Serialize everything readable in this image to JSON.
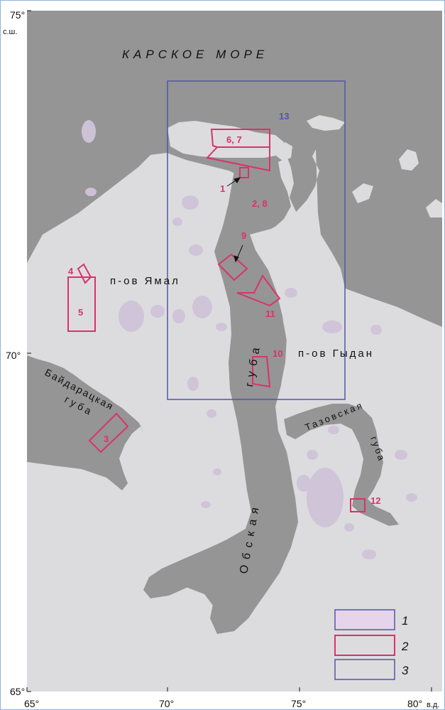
{
  "colors": {
    "water": "#959595",
    "land": "#dcdcde",
    "lake": "#cfc3d8",
    "red_frame": "#d8336a",
    "blue_frame": "#5555a8"
  },
  "sea_label": "КАРСКОЕ МОРЕ",
  "peninsulas": {
    "yamal": "п-ов Ямал",
    "gydan": "п-ов Гыдан"
  },
  "bays": {
    "baydaratskaya_line1": "Байдарацкая",
    "baydaratskaya_line2": "губа",
    "obskaya_word1": "Обская",
    "obskaya_word2": "губа",
    "tazovskaya_word1": "Тазовская",
    "tazovskaya_word2": "губа"
  },
  "axes": {
    "lat_top": "75°",
    "lat_top_unit": "с.ш.",
    "lat_mid": "70°",
    "lat_bottom": "65°",
    "lon_65": "65°",
    "lon_70": "70°",
    "lon_75": "75°",
    "lon_80": "80°",
    "lon_unit": "в.д."
  },
  "site_labels": {
    "s1": "1",
    "s2_8": "2, 8",
    "s3": "3",
    "s4": "4",
    "s5": "5",
    "s6_7": "6, 7",
    "s9": "9",
    "s10": "10",
    "s11": "11",
    "s12": "12",
    "s13": "13"
  },
  "legend": {
    "item1": "1",
    "item2": "2",
    "item3": "3"
  }
}
